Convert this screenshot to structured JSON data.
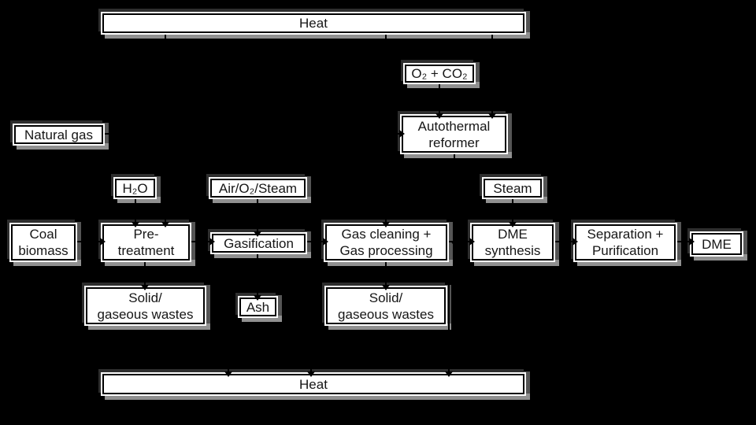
{
  "background_color": "#000000",
  "box_style": {
    "fill": "#ffffff",
    "border": "#000000",
    "text_color": "#161616",
    "shadow_dark": "#2e2e2e",
    "shadow_mid": "#555555",
    "shadow_light": "#909090"
  },
  "nodes": {
    "heat_top": {
      "label": "Heat"
    },
    "o2_co2": {
      "label": "O₂ + CO₂"
    },
    "natural_gas": {
      "label": "Natural gas"
    },
    "autothermal_reformer": {
      "label": "Autothermal\nreformer"
    },
    "h2o": {
      "label": "H₂O"
    },
    "air_o2_steam": {
      "label": "Air/O₂/Steam"
    },
    "steam": {
      "label": "Steam"
    },
    "coal_biomass": {
      "label": "Coal\nbiomass"
    },
    "pre_treatment": {
      "label": "Pre-\ntreatment"
    },
    "gasification": {
      "label": "Gasification"
    },
    "gas_cleaning": {
      "label": "Gas cleaning +\nGas processing"
    },
    "dme_synthesis": {
      "label": "DME\nsynthesis"
    },
    "separation": {
      "label": "Separation +\nPurification"
    },
    "dme": {
      "label": "DME"
    },
    "wastes_left": {
      "label": "Solid/\ngaseous wastes"
    },
    "ash": {
      "label": "Ash"
    },
    "wastes_right": {
      "label": "Solid/\ngaseous wastes"
    },
    "heat_bottom": {
      "label": "Heat"
    }
  }
}
